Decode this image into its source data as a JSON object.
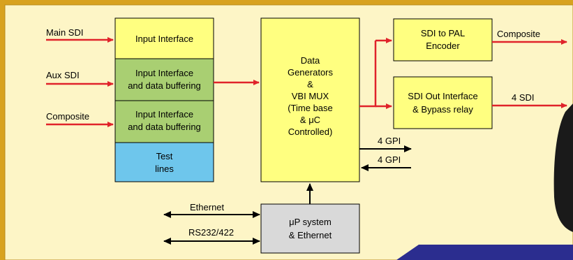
{
  "colors": {
    "frame": "#d8a21f",
    "canvas": "#fdf5c6",
    "yellow_block": "#ffff80",
    "green_block": "#a9cf72",
    "blue_block": "#6ec6ec",
    "gray_block": "#d9d9d9",
    "signal_arrow": "#e0232a",
    "io_arrow": "#000000",
    "navy_band": "#2b2d8f",
    "device": "#1a1a1a"
  },
  "inputs": {
    "main_sdi": "Main SDI",
    "aux_sdi": "Aux SDI",
    "composite": "Composite"
  },
  "blocks": {
    "input_interface": [
      "Input Interface"
    ],
    "aux_input": [
      "Input Interface",
      "and data buffering"
    ],
    "composite_input": [
      "Input Interface",
      "and data buffering"
    ],
    "test_lines": [
      "Test",
      "lines"
    ],
    "generators": [
      "Data",
      "Generators",
      "&",
      "VBI MUX",
      "(Time base",
      "& μC",
      "Controlled)"
    ],
    "pal_encoder": [
      "SDI  to PAL",
      "Encoder"
    ],
    "sdi_out": [
      "SDI Out Interface",
      "& Bypass relay"
    ],
    "up_system": [
      "μP system",
      "& Ethernet"
    ]
  },
  "outputs": {
    "composite": "Composite",
    "sdi": "4 SDI"
  },
  "gpi": {
    "out": "4 GPI",
    "in": "4 GPI"
  },
  "comms": {
    "ethernet": "Ethernet",
    "serial": "RS232/422"
  }
}
